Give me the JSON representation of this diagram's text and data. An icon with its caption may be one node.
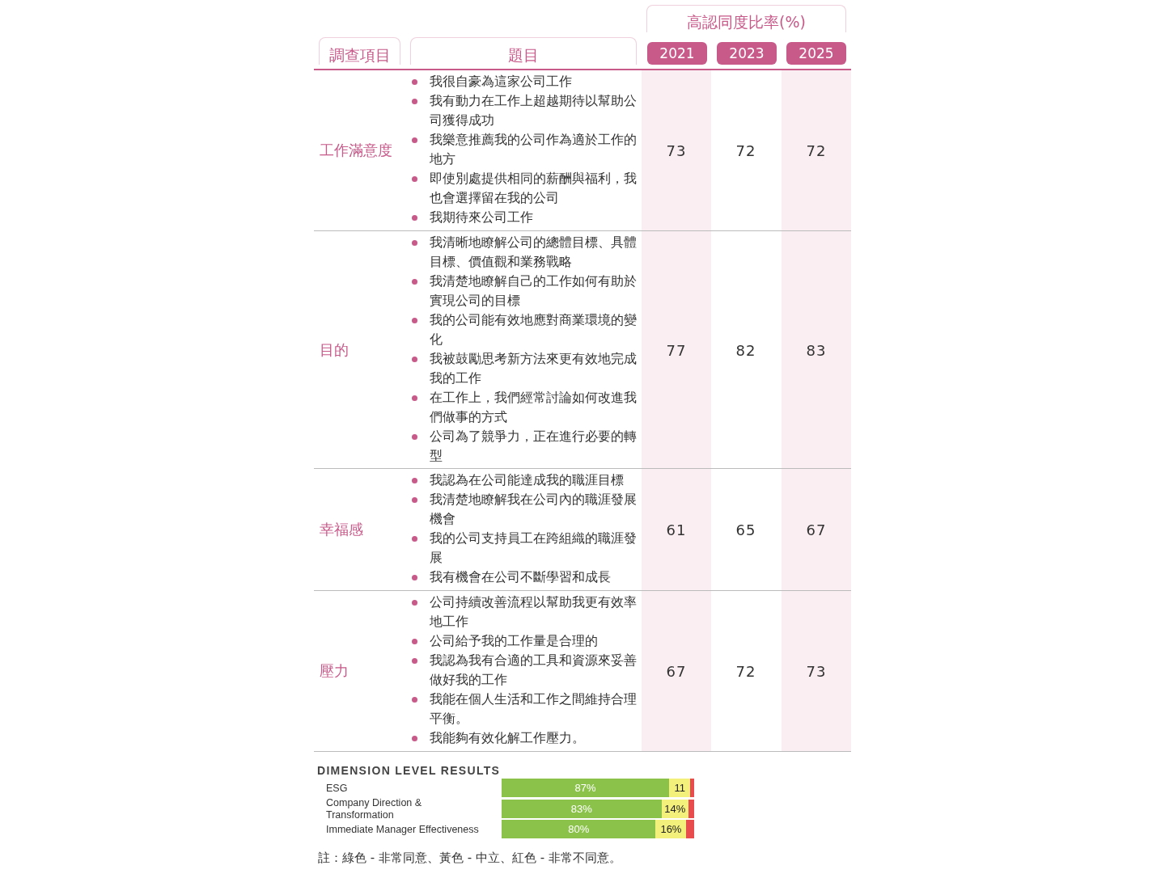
{
  "diagram": {
    "labels": [
      "高認同度比率(%)",
      "調查項目",
      "題目",
      "2021",
      "2023",
      "2025",
      "工作滿意度",
      "我很自豪為這家公司工作",
      "我有動力在工作上超越期待以幫助公司獲得成功",
      "我樂意推薦我的公司作為適於工作的地方",
      "即使別處提供相同的薪酬與福利，我也會選擇留在我的公司",
      "我期待來公司工作",
      "73",
      "72",
      "72",
      "目的",
      "我清晰地瞭解公司的總體目標、具體目標、價值觀和業務戰略",
      "我清楚地瞭解自己的工作如何有助於實現公司的目標",
      "我的公司能有效地應對商業環境的變化",
      "我被鼓勵思考新方法來更有效地完成我的工作",
      "在工作上，我們經常討論如何改進我們做事的方式",
      "公司為了競爭力，正在進行必要的轉型",
      "77",
      "82",
      "83",
      "幸福感",
      "我認為在公司能達成我的職涯目標",
      "我清楚地瞭解我在公司內的職涯發展機會",
      "我的公司支持員工在跨組織的職涯發展",
      "我有機會在公司不斷學習和成長",
      "61",
      "65",
      "67",
      "壓力",
      "公司持續改善流程以幫助我更有效率地工作",
      "公司給予我的工作量是合理的",
      "我認為我有合適的工具和資源來妥善做好我的工作",
      "我能在個人生活和工作之間維持合理平衡。",
      "我能夠有效化解工作壓力。",
      "67",
      "72",
      "73",
      "註：綠色 - 非常同意、黃色 - 中立、紅色 - 非常不同意。"
    ],
    "chart_data": {
      "type": "bar",
      "orientation": "horizontal",
      "stacked": true,
      "title": "DIMENSION LEVEL RESULTS",
      "categories": [
        "ESG",
        "Company Direction & Transformation",
        "Immediate Manager Effectiveness"
      ],
      "series": [
        {
          "color": "#8bc34a",
          "values": [
            87,
            83,
            80
          ],
          "value_labels": [
            "87%",
            "83%",
            "80%"
          ]
        },
        {
          "color": "#f3f07c",
          "values": [
            11,
            14,
            16
          ],
          "value_labels": [
            "11",
            "14%",
            "16%"
          ]
        },
        {
          "color": "#e84c4c",
          "values": [
            null,
            null,
            null
          ]
        }
      ]
    }
  }
}
